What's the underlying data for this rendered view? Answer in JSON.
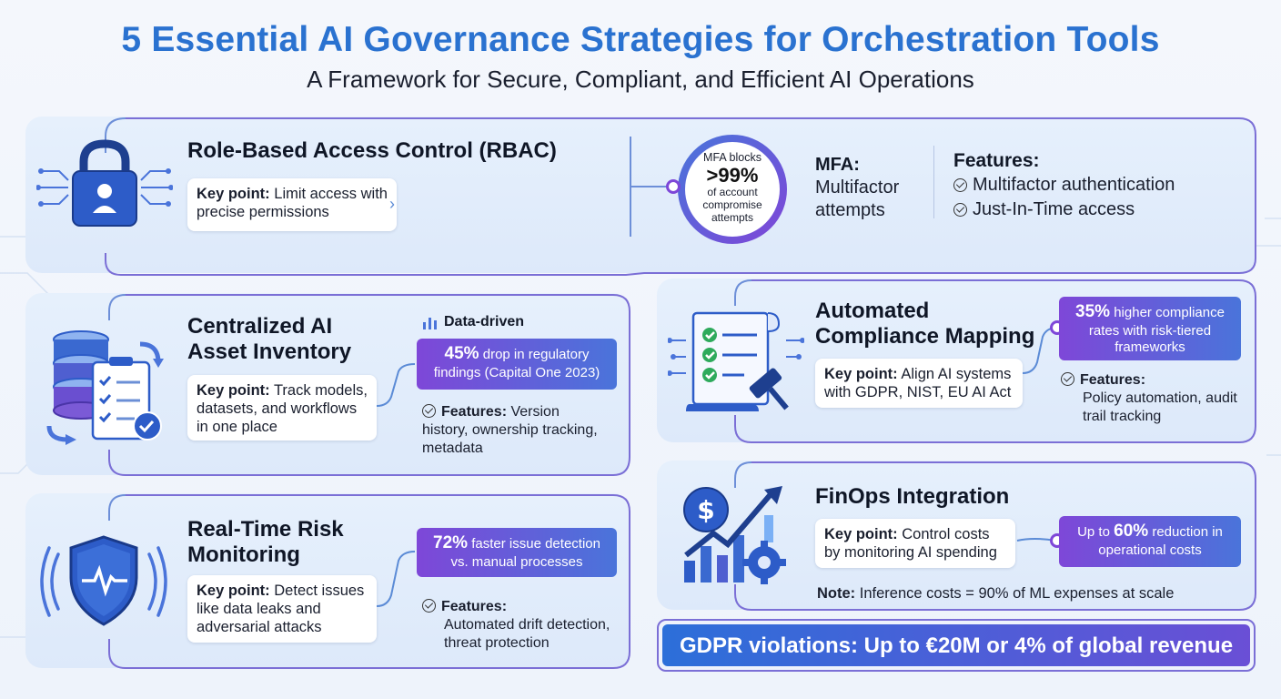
{
  "header": {
    "title": "5 Essential AI Governance Strategies for Orchestration Tools",
    "subtitle": "A Framework for Secure, Compliant, and Efficient AI Operations"
  },
  "rbac": {
    "title": "Role-Based Access Control (RBAC)",
    "key_label": "Key point:",
    "key_text": "Limit access with precise permissions",
    "circle_top": "MFA blocks",
    "circle_big": ">99%",
    "circle_bottom": "of account compromise attempts",
    "mfa_label": "MFA:",
    "mfa_text": "Multifactor attempts",
    "features_label": "Features:",
    "features": [
      "Multifactor authentication",
      "Just-In-Time access"
    ]
  },
  "inventory": {
    "title": "Centralized AI Asset Inventory",
    "data_label": "Data-driven",
    "stat_big": "45%",
    "stat_text": "drop in regulatory findings (Capital One 2023)",
    "key_label": "Key point:",
    "key_text": "Track models, datasets, and workflows in one place",
    "features_label": "Features:",
    "features_text": "Version history, ownership tracking, metadata"
  },
  "compliance": {
    "title": "Automated Compliance Mapping",
    "stat_big": "35%",
    "stat_text": "higher compliance rates with risk-tiered frameworks",
    "key_label": "Key point:",
    "key_text": "Align AI systems with GDPR, NIST, EU AI Act",
    "features_label": "Features:",
    "features_text": "Policy automation, audit trail tracking"
  },
  "risk": {
    "title": "Real-Time Risk Monitoring",
    "stat_big": "72%",
    "stat_text": "faster issue detection vs. manual processes",
    "key_label": "Key point:",
    "key_text": "Detect issues like data leaks and adversarial attacks",
    "features_label": "Features:",
    "features_text": "Automated drift detection, threat protection"
  },
  "finops": {
    "title": "FinOps Integration",
    "key_label": "Key point:",
    "key_text": "Control costs by monitoring AI spending",
    "stat_pre": "Up to",
    "stat_big": "60%",
    "stat_text": "reduction in operational costs",
    "note_label": "Note:",
    "note_text": "Inference costs = 90% of ML expenses at scale"
  },
  "banner": {
    "text": "GDPR violations: Up to €20M or 4% of global revenue"
  },
  "colors": {
    "title_blue": "#2a72d0",
    "purple": "#7e47d8",
    "blue": "#4a74da",
    "card_bg": "#e2edfb"
  },
  "icons": [
    "padlock-icon",
    "database-clipboard-icon",
    "shield-pulse-icon",
    "document-gavel-icon",
    "finance-growth-icon",
    "bar-chart-icon"
  ]
}
